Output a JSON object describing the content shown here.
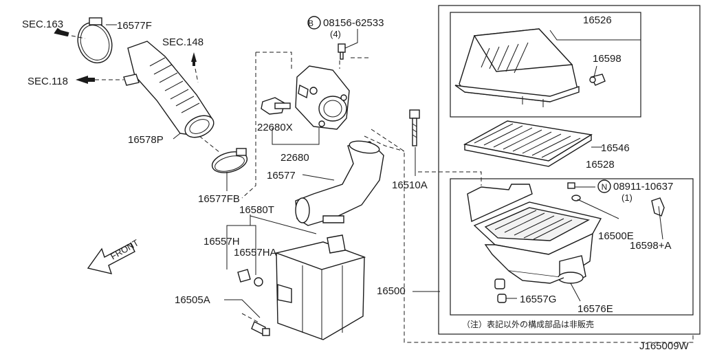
{
  "labels": {
    "sec163": "SEC.163",
    "sec148": "SEC.148",
    "sec118": "SEC.118",
    "p16577F": "16577F",
    "p16578P": "16578P",
    "p16577FB": "16577FB",
    "bolt_b": "08156-62533",
    "bolt_b_qty": "(4)",
    "bolt_b_circle": "B",
    "p22680X": "22680X",
    "p22680": "22680",
    "p16577": "16577",
    "p16580T": "16580T",
    "p16557H": "16557H",
    "p16557HA": "16557HA",
    "p16505A": "16505A",
    "front": "FRONT",
    "p16510A": "16510A",
    "p16500": "16500",
    "p16526": "16526",
    "p16598": "16598",
    "p16546": "16546",
    "p16528": "16528",
    "nut_n": "08911-10637",
    "nut_n_qty": "(1)",
    "nut_n_circle": "N",
    "p16500E": "16500E",
    "p16598A": "16598+A",
    "p16557G": "16557G",
    "p16576E": "16576E",
    "note": "（注）表記以外の構成部品は非販売",
    "drawing_id": "J165009W"
  }
}
